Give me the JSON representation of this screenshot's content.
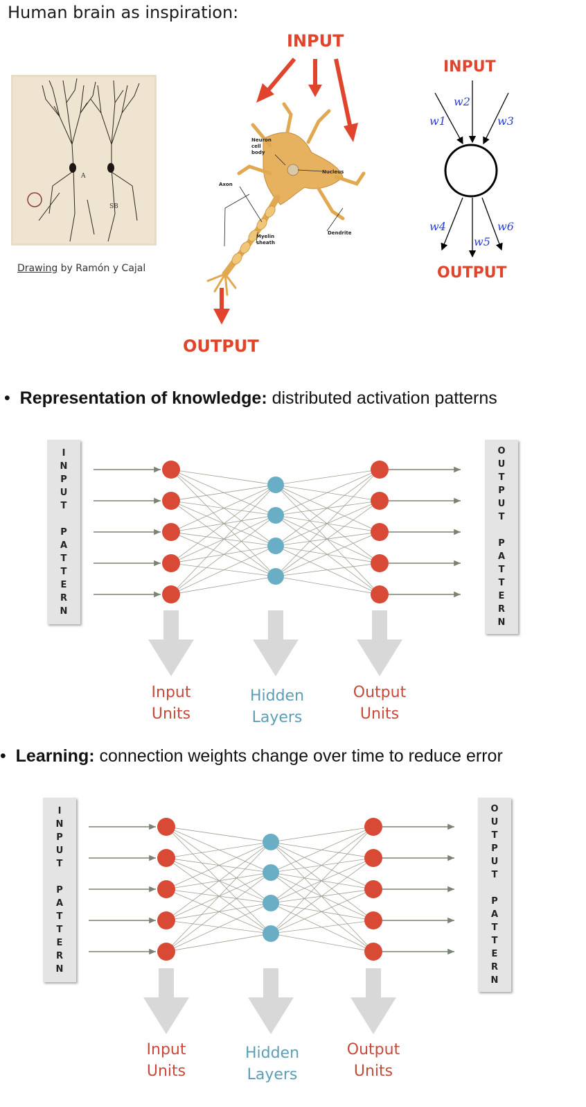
{
  "top": {
    "title": "Human brain as inspiration:",
    "caption_link": "Drawing",
    "caption_rest": " by Ramón y Cajal",
    "neuron_input": "INPUT",
    "neuron_output": "OUTPUT",
    "neuron_labels": {
      "cell_body": [
        "Neuron",
        "cell",
        "body"
      ],
      "nucleus": "Nucleus",
      "axon": "Axon",
      "dendrite": "Dendrite",
      "myelin": [
        "Myelin",
        "sheath"
      ]
    },
    "perceptron_input": "INPUT",
    "perceptron_output": "OUTPUT",
    "weights": [
      "w1",
      "w2",
      "w3",
      "w4",
      "w5",
      "w6"
    ],
    "drawing_labels": [
      "A",
      "SB"
    ]
  },
  "section1": {
    "bold": "Representation of knowledge:",
    "rest": " distributed activation patterns"
  },
  "section2": {
    "bold": "Learning:",
    "rest": " connection weights change over time to reduce error"
  },
  "network": {
    "input_pattern_top": [
      "I",
      "N",
      "P",
      "U",
      "T"
    ],
    "input_pattern_bottom": [
      "P",
      "A",
      "T",
      "T",
      "E",
      "R",
      "N"
    ],
    "output_pattern_top": [
      "O",
      "U",
      "T",
      "P",
      "U",
      "T"
    ],
    "output_pattern_bottom": [
      "P",
      "A",
      "T",
      "T",
      "E",
      "R",
      "N"
    ],
    "input_units": [
      "Input",
      "Units"
    ],
    "hidden_layers": [
      "Hidden",
      "Layers"
    ],
    "output_units": [
      "Output",
      "Units"
    ],
    "input_count": 5,
    "hidden_count": 4,
    "output_count": 5
  },
  "colors": {
    "accent_red": "#e0442c",
    "unit_red": "#d84a36",
    "hidden_blue": "#6aaec6",
    "weight_blue": "#2a3fd1",
    "arrow_gray": "#d8d8d8",
    "line_gray": "#7a8272"
  }
}
